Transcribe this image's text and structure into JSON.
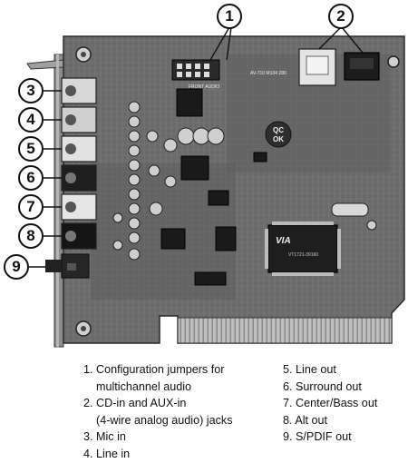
{
  "callouts": {
    "c1": "1",
    "c2": "2",
    "c3": "3",
    "c4": "4",
    "c5": "5",
    "c6": "6",
    "c7": "7",
    "c8": "8",
    "c9": "9"
  },
  "board_text": {
    "front_audio": "FRONT AUDIO",
    "qc_line1": "QC",
    "qc_line2": "OK",
    "chip_brand": "VIA",
    "chip_model": "VT1721-39160",
    "model_label": "AV-710 M104 Z80"
  },
  "legend": {
    "left": [
      {
        "num": "1",
        "lines": [
          "Configuration jumpers for",
          "multichannel audio"
        ]
      },
      {
        "num": "2",
        "lines": [
          "CD-in and AUX-in",
          "(4-wire analog audio) jacks"
        ]
      },
      {
        "num": "3",
        "lines": [
          "Mic in"
        ]
      },
      {
        "num": "4",
        "lines": [
          "Line in"
        ]
      }
    ],
    "right": [
      {
        "num": "5",
        "lines": [
          "Line out"
        ]
      },
      {
        "num": "6",
        "lines": [
          "Surround out"
        ]
      },
      {
        "num": "7",
        "lines": [
          "Center/Bass out"
        ]
      },
      {
        "num": "8",
        "lines": [
          "Alt out"
        ]
      },
      {
        "num": "9",
        "lines": [
          "S/PDIF out"
        ]
      }
    ]
  },
  "colors": {
    "board": "#6e6e6e",
    "board_dark": "#3a3a3a",
    "ink": "#111111"
  }
}
